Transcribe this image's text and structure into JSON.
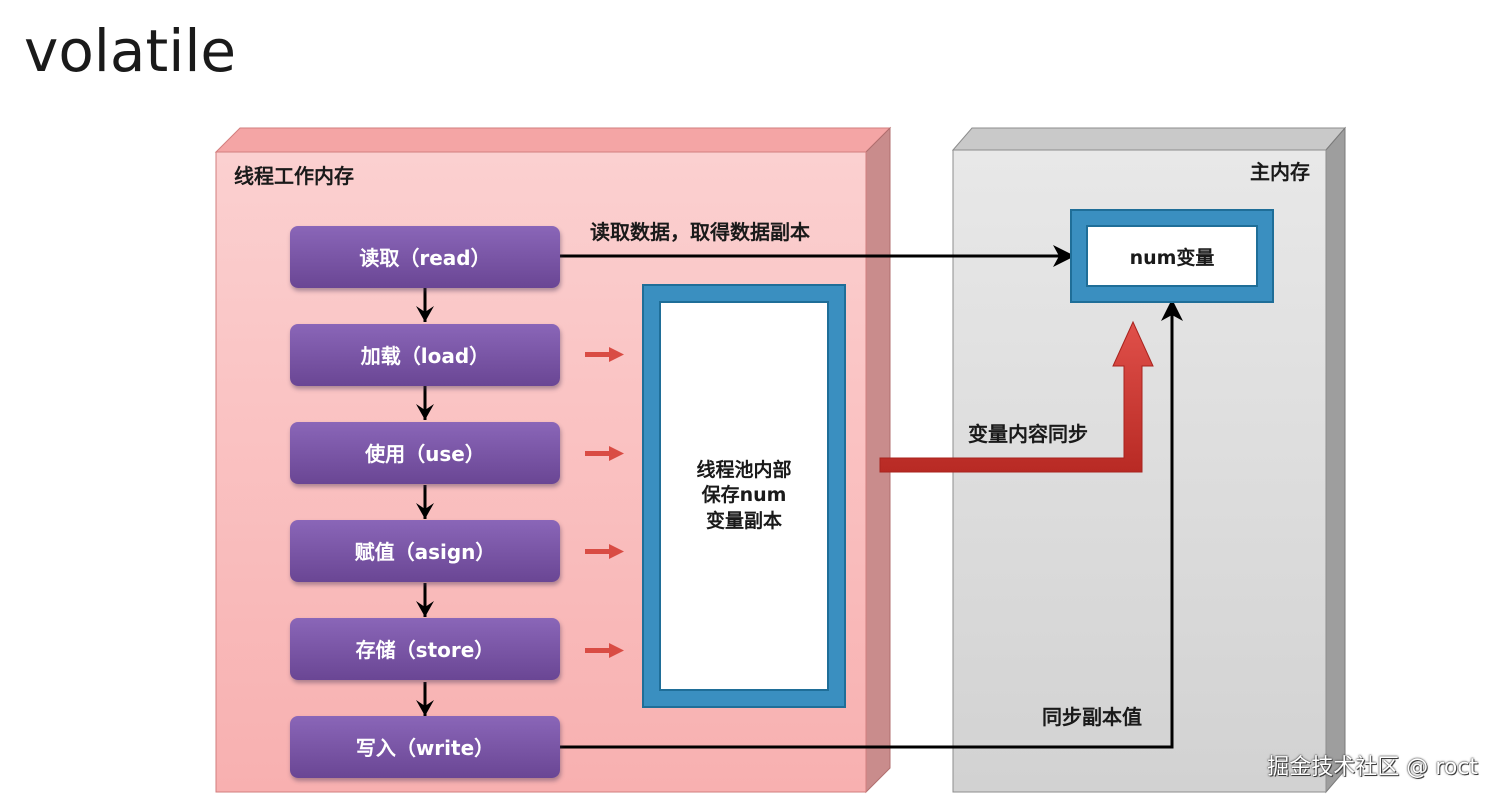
{
  "title": "volatile",
  "thread_memory": {
    "label": "线程工作内存",
    "steps": [
      {
        "label": "读取（read）"
      },
      {
        "label": "加载（load）"
      },
      {
        "label": "使用（use）"
      },
      {
        "label": "赋值（asign）"
      },
      {
        "label": "存储（store）"
      },
      {
        "label": "写入（write）"
      }
    ],
    "copy_box": {
      "lines": [
        "线程池内部",
        "保存num",
        "变量副本"
      ]
    }
  },
  "main_memory": {
    "label": "主内存",
    "variable": "num变量"
  },
  "annotations": {
    "read_arrow": "读取数据，取得数据副本",
    "sync_arrow": "变量内容同步",
    "write_arrow": "同步副本值"
  },
  "watermark": "掘金技术社区 @ roct",
  "colors": {
    "thread_panel": "#f9b8b8",
    "main_panel": "#d9d9d9",
    "step_box": "#7b55a8",
    "copy_border": "#3a8fc0",
    "sync_arrow": "#c8322c"
  }
}
